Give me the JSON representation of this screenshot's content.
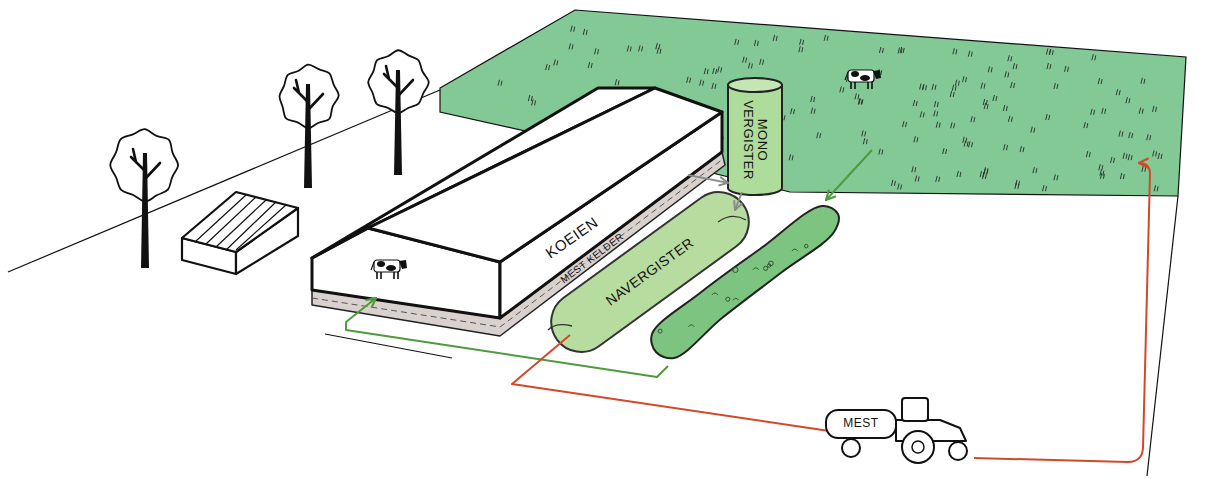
{
  "diagram": {
    "nodes": [
      {
        "text": [
          "KOEIEN",
          "MEST KELDER"
        ]
      },
      {
        "text": [
          "MONO VERGISTER"
        ]
      },
      {
        "text": [
          "NAVERGISTER"
        ]
      },
      {
        "text": [
          "MEST"
        ]
      }
    ],
    "edges": [
      {
        "from": 0,
        "to": 1,
        "arrow": "to"
      },
      {
        "from": 1,
        "to": 2,
        "arrow": "to"
      },
      {
        "from": 2,
        "to": 3,
        "arrow": "none"
      }
    ]
  }
}
